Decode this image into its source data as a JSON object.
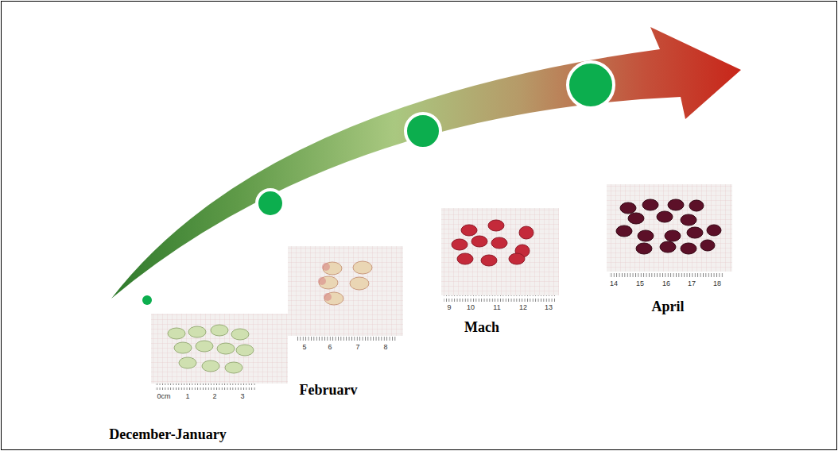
{
  "diagram": {
    "labels": [
      "December-January",
      "Februarv",
      "Mach",
      "April",
      "0cm",
      "1",
      "2",
      "3",
      "5",
      "6",
      "7",
      "8",
      "9",
      "10",
      "11",
      "12",
      "13",
      "14",
      "15",
      "16",
      "17",
      "18"
    ]
  }
}
